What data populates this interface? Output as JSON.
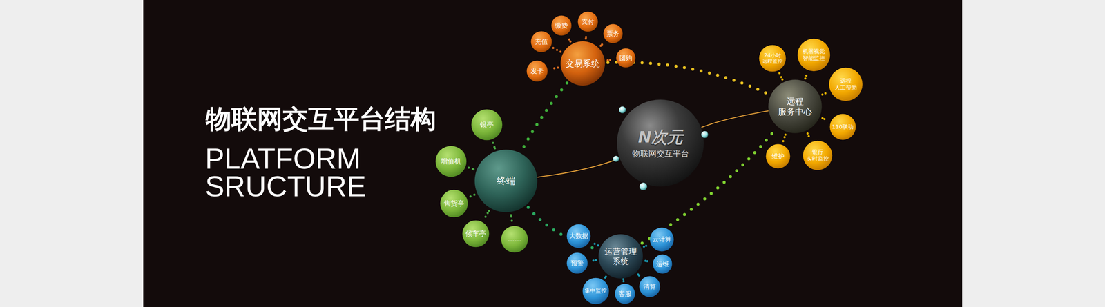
{
  "diagram": {
    "title": "物联网交互平台结构",
    "nodes": [
      {
        "text": [
          "N次元",
          "物联网交互平台"
        ]
      },
      {
        "text": [
          "交易系统"
        ]
      },
      {
        "text": [
          "发卡"
        ]
      },
      {
        "text": [
          "充值"
        ]
      },
      {
        "text": [
          "缴费"
        ]
      },
      {
        "text": [
          "支付"
        ]
      },
      {
        "text": [
          "票务"
        ]
      },
      {
        "text": [
          "团购"
        ]
      },
      {
        "text": [
          "远程 服务中心"
        ]
      },
      {
        "text": [
          "24小时 远程监控"
        ]
      },
      {
        "text": [
          "机器视觉 智能监控"
        ]
      },
      {
        "text": [
          "远程 人工帮助"
        ]
      },
      {
        "text": [
          "110联动"
        ]
      },
      {
        "text": [
          "银行 实时监控"
        ]
      },
      {
        "text": [
          "维护"
        ]
      },
      {
        "text": [
          "终端"
        ]
      },
      {
        "text": [
          "银亭"
        ]
      },
      {
        "text": [
          "增值机"
        ]
      },
      {
        "text": [
          "售货亭"
        ]
      },
      {
        "text": [
          "候车亭"
        ]
      },
      {
        "text": [
          "……"
        ]
      },
      {
        "text": [
          "运营管理 系统"
        ]
      },
      {
        "text": [
          "大数据"
        ]
      },
      {
        "text": [
          "预警"
        ]
      },
      {
        "text": [
          "集中监控"
        ]
      },
      {
        "text": [
          "客服"
        ]
      },
      {
        "text": [
          "清算"
        ]
      },
      {
        "text": [
          "运维"
        ]
      },
      {
        "text": [
          "云计算"
        ]
      }
    ],
    "edges": [
      {
        "from": 15,
        "to": 0,
        "arrow": "none"
      },
      {
        "from": 0,
        "to": 8,
        "arrow": "none"
      },
      {
        "from": 1,
        "to": 8,
        "arrow": "none"
      },
      {
        "from": 1,
        "to": 15,
        "arrow": "none"
      },
      {
        "from": 15,
        "to": 21,
        "arrow": "none"
      },
      {
        "from": 21,
        "to": 8,
        "arrow": "none"
      },
      {
        "from": 1,
        "to": 2,
        "arrow": "none"
      },
      {
        "from": 1,
        "to": 3,
        "arrow": "none"
      },
      {
        "from": 1,
        "to": 4,
        "arrow": "none"
      },
      {
        "from": 1,
        "to": 5,
        "arrow": "none"
      },
      {
        "from": 1,
        "to": 6,
        "arrow": "none"
      },
      {
        "from": 1,
        "to": 7,
        "arrow": "none"
      },
      {
        "from": 8,
        "to": 9,
        "arrow": "none"
      },
      {
        "from": 8,
        "to": 10,
        "arrow": "none"
      },
      {
        "from": 8,
        "to": 11,
        "arrow": "none"
      },
      {
        "from": 8,
        "to": 12,
        "arrow": "none"
      },
      {
        "from": 8,
        "to": 13,
        "arrow": "none"
      },
      {
        "from": 8,
        "to": 14,
        "arrow": "none"
      },
      {
        "from": 15,
        "to": 16,
        "arrow": "none"
      },
      {
        "from": 15,
        "to": 17,
        "arrow": "none"
      },
      {
        "from": 15,
        "to": 18,
        "arrow": "none"
      },
      {
        "from": 15,
        "to": 19,
        "arrow": "none"
      },
      {
        "from": 15,
        "to": 20,
        "arrow": "none"
      },
      {
        "from": 21,
        "to": 22,
        "arrow": "none"
      },
      {
        "from": 21,
        "to": 23,
        "arrow": "none"
      },
      {
        "from": 21,
        "to": 24,
        "arrow": "none"
      },
      {
        "from": 21,
        "to": 25,
        "arrow": "none"
      },
      {
        "from": 21,
        "to": 26,
        "arrow": "none"
      },
      {
        "from": 21,
        "to": 27,
        "arrow": "none"
      },
      {
        "from": 21,
        "to": 28,
        "arrow": "none"
      }
    ],
    "labels": [
      "PLATFORM SRUCTURE"
    ]
  }
}
